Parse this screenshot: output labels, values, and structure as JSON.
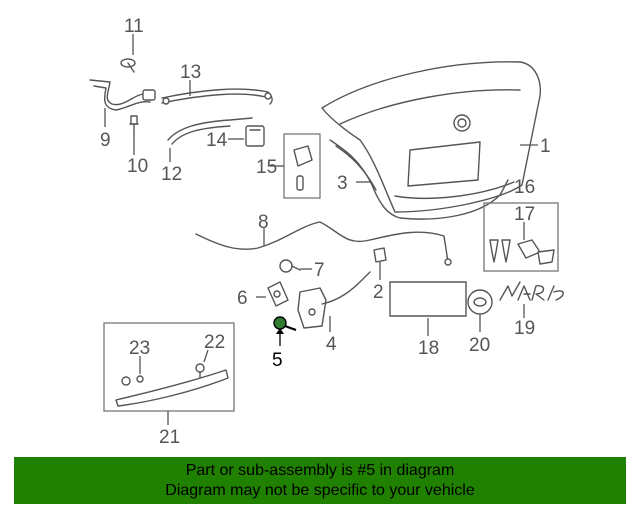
{
  "callouts": {
    "c1": "1",
    "c2": "2",
    "c3": "3",
    "c4": "4",
    "c5": "5",
    "c6": "6",
    "c7": "7",
    "c8": "8",
    "c9": "9",
    "c10": "10",
    "c11": "11",
    "c12": "12",
    "c13": "13",
    "c14": "14",
    "c15": "15",
    "c16": "16",
    "c17": "17",
    "c18": "18",
    "c19": "19",
    "c20": "20",
    "c21": "21",
    "c22": "22",
    "c23": "23"
  },
  "highlight": {
    "part": "5",
    "color": "#2e7d32"
  },
  "footer": {
    "line1": "Part or sub-assembly is #5 in diagram",
    "line2": "Diagram may not be specific to your vehicle",
    "background": "#208000"
  }
}
